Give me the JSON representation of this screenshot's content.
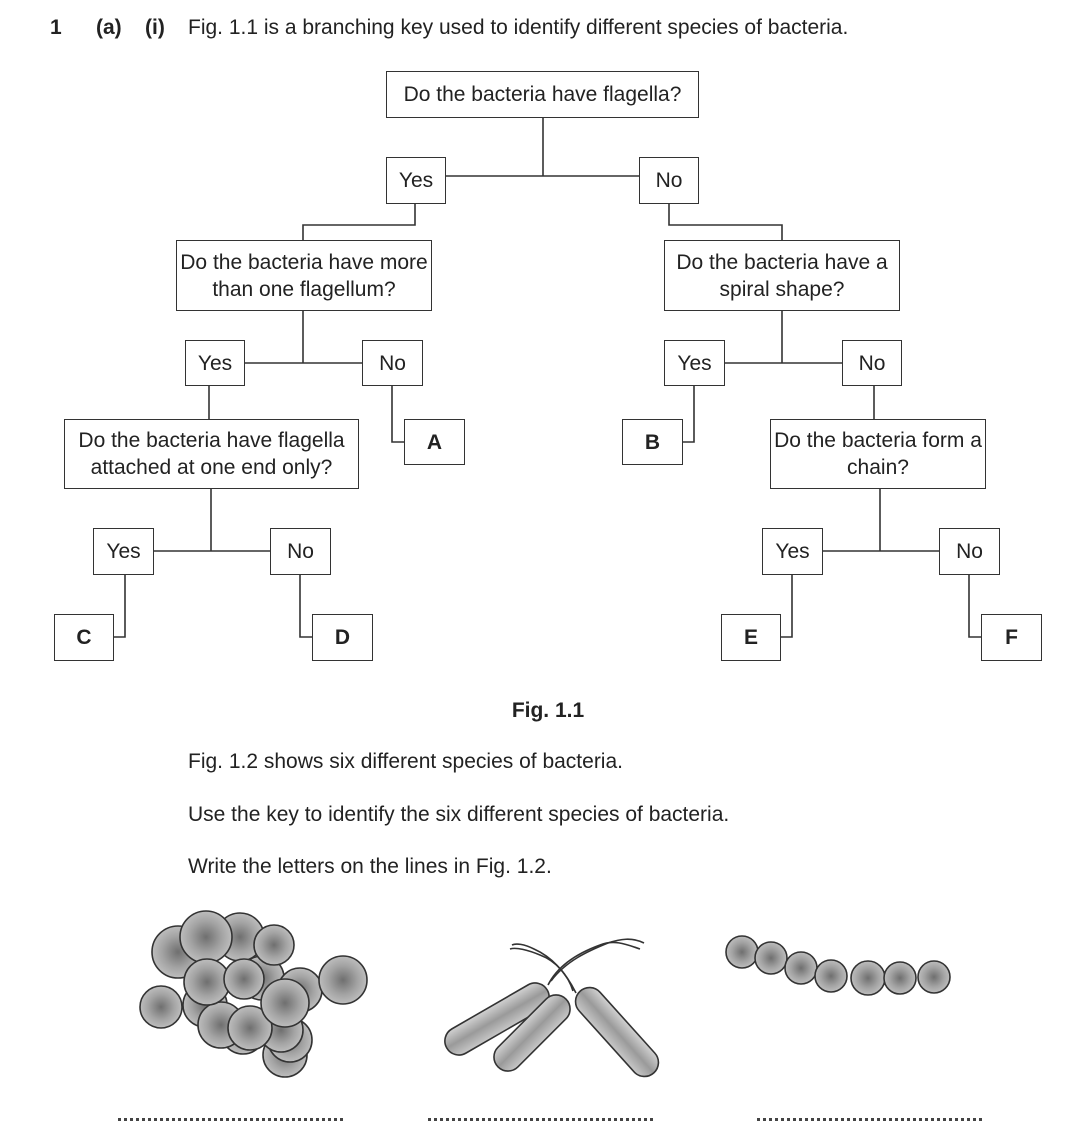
{
  "question": {
    "number": "1",
    "part": "(a)",
    "subpart": "(i)",
    "intro": "Fig. 1.1 is a branching key used to identify different species of bacteria."
  },
  "key": {
    "q_flagella": "Do the bacteria have flagella?",
    "yes": "Yes",
    "no": "No",
    "q_more_than_one": "Do the bacteria have more than one flagellum?",
    "q_spiral": "Do the bacteria have a spiral shape?",
    "q_one_end": "Do the bacteria have flagella attached at one end only?",
    "q_chain": "Do the bacteria form a chain?",
    "leaves": {
      "a": "A",
      "b": "B",
      "c": "C",
      "d": "D",
      "e": "E",
      "f": "F"
    }
  },
  "figure_caption": "Fig. 1.1",
  "instructions": [
    "Fig. 1.2 shows six different species of bacteria.",
    "Use the key to identify the six different species of bacteria.",
    "Write the letters on the lines in Fig. 1.2."
  ],
  "colors": {
    "ink": "#222222",
    "cell_fill": "#a8a8a8",
    "cell_center": "#777777"
  }
}
